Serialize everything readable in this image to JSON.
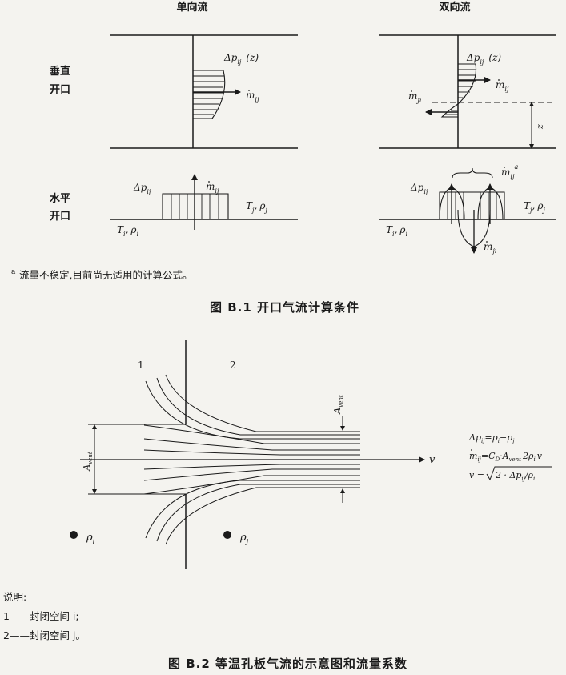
{
  "figure_b1": {
    "col_unidirectional": "单向流",
    "col_bidirectional": "双向流",
    "row_vertical_line1": "垂直",
    "row_vertical_line2": "开口",
    "row_horizontal_line1": "水平",
    "row_horizontal_line2": "开口",
    "dp_base": "Δp",
    "sub_ij": "ij",
    "sub_ji": "ji",
    "z_paren": "(z)",
    "m_dot": "m",
    "z_label": "z",
    "T": "T",
    "rho": "ρ",
    "sub_i": "i",
    "sub_j": "j",
    "comma": ",",
    "footnote_mark": "a",
    "footnote_text": "流量不稳定,目前尚无适用的计算公式。",
    "caption": "图 B.1   开口气流计算条件"
  },
  "figure_b2": {
    "region_1": "1",
    "region_2": "2",
    "A": "A",
    "vent": "vent",
    "v": "v",
    "rho": "ρ",
    "sub_i": "i",
    "sub_j": "j",
    "eq1": "Δp",
    "eq1_sub": "ij",
    "eq1_rhs": "=p",
    "eq1_rhs_sub1": "i",
    "eq1_minus": "−p",
    "eq1_rhs_sub2": "j",
    "eq2_m": "m",
    "eq2_sub": "ij",
    "eq2_eq": "=C",
    "eq2_D": "D",
    "eq2_dot": "·A",
    "eq2_vent": "vent",
    "eq2_two": "2ρ",
    "eq2_i": "i",
    "eq2_v": "v",
    "eq3_v": "v =",
    "eq3_inner": "2 · Δp",
    "eq3_inner_sub": "ij",
    "eq3_div": "/ρ",
    "eq3_div_sub": "i",
    "legend_title": "说明:",
    "legend_1": "1——封闭空间 i;",
    "legend_2": "2——封闭空间 j。",
    "caption": "图 B.2   等温孔板气流的示意图和流量系数"
  }
}
